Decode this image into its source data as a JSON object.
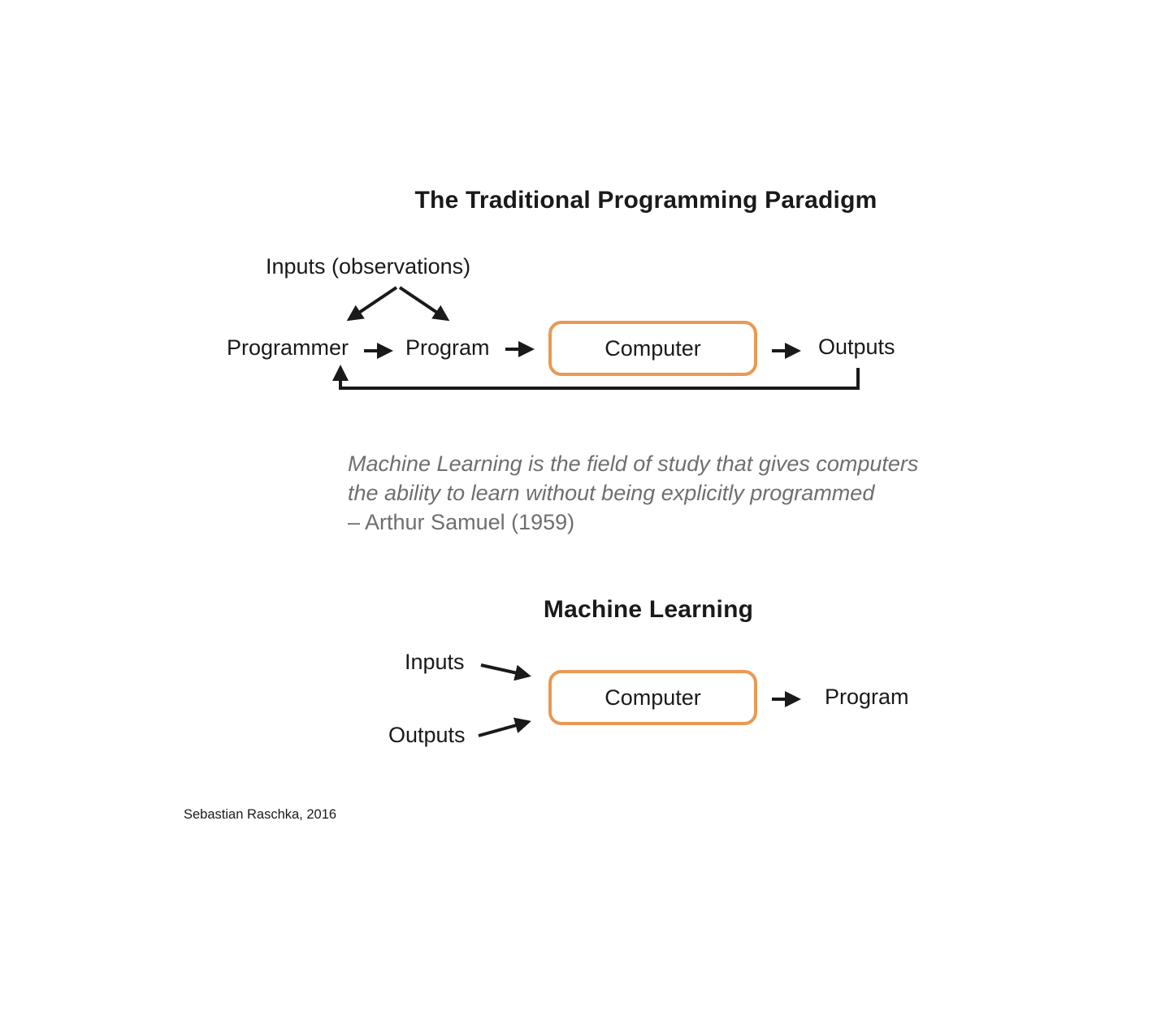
{
  "colors": {
    "box_border": "#EA9853",
    "arrow": "#1A1A1A",
    "text": "#1A1A1A",
    "quote_text": "#6F6F6F"
  },
  "traditional": {
    "title": "The Traditional Programming Paradigm",
    "inputs_label": "Inputs (observations)",
    "programmer_label": "Programmer",
    "program_label": "Program",
    "computer_label": "Computer",
    "outputs_label": "Outputs"
  },
  "quote": {
    "line1": "Machine Learning is the field of study that gives computers",
    "line2": "the ability to learn without being explicitly programmed",
    "attribution": "– Arthur Samuel (1959)"
  },
  "ml": {
    "title": "Machine Learning",
    "inputs_label": "Inputs",
    "outputs_label": "Outputs",
    "computer_label": "Computer",
    "program_label": "Program"
  },
  "footer": {
    "credit": "Sebastian Raschka, 2016"
  }
}
